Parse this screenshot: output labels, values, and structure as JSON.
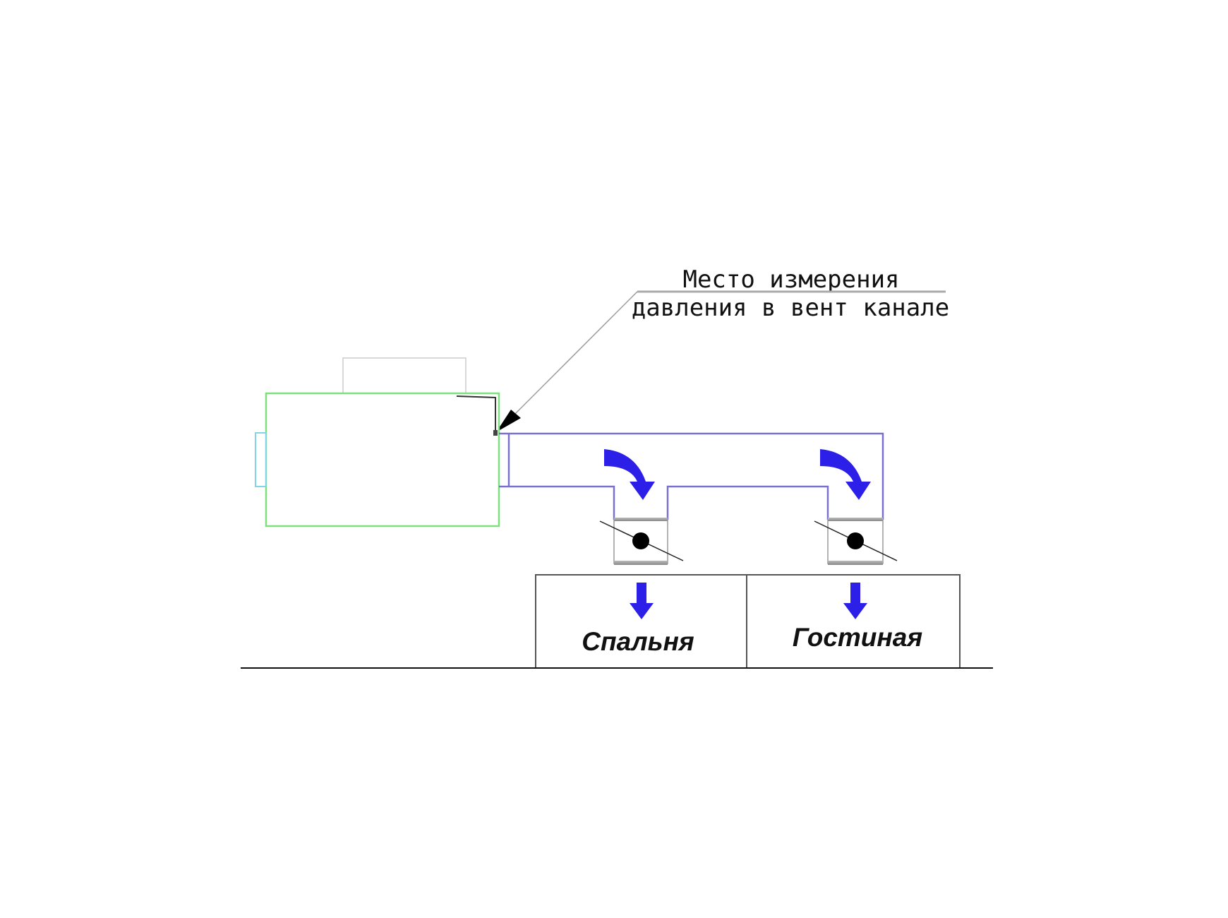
{
  "annotation": {
    "line1": "Место измерения",
    "line2": "давления в вент канале"
  },
  "rooms": [
    {
      "label": "Спальня"
    },
    {
      "label": "Гостиная"
    }
  ],
  "colors": {
    "unit_outline": "#7de07d",
    "duct": "#7a70d0",
    "arrow": "#2b1fe8",
    "inlet": "#7fd6e6"
  }
}
